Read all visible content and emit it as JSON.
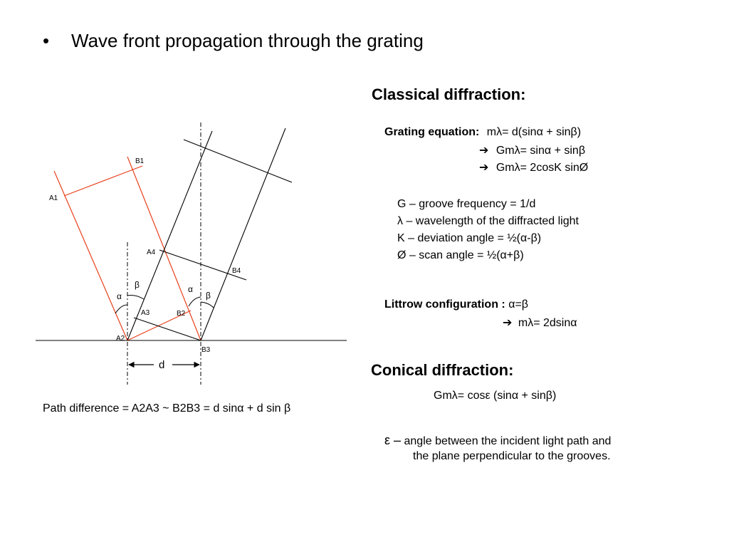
{
  "slide": {
    "bullet": "•",
    "title": "Wave front propagation through the grating"
  },
  "diagram": {
    "labels": {
      "A1": "A1",
      "B1": "B1",
      "A2": "A2",
      "A3": "A3",
      "A4": "A4",
      "B2": "B2",
      "B3": "B3",
      "B4": "B4",
      "alpha_left": "α",
      "beta_left": "β",
      "alpha_right": "α",
      "beta_right": "β",
      "d": "d"
    },
    "colors": {
      "incident_ray": "#e8401c",
      "lines": "#000000"
    },
    "path_difference": "Path difference = A2A3 ~ B2B3 = d sinα + d sin β"
  },
  "classical": {
    "heading": "Classical diffraction:",
    "grating_label": "Grating equation:",
    "eq1": "mλ= d(sinα + sinβ)",
    "arrow": "➔",
    "eq2": "Gmλ=  sinα + sinβ",
    "eq3": "Gmλ= 2cosK sinØ",
    "defs": [
      "G –  groove frequency = 1/d",
      "λ  –  wavelength  of the diffracted light",
      "K  –  deviation angle = ½(α-β)",
      "Ø  –  scan angle = ½(α+β)"
    ],
    "littrow_label": "Littrow configuration :",
    "littrow_eq": " α=β",
    "littrow_result": "mλ= 2dsinα"
  },
  "conical": {
    "heading": "Conical diffraction:",
    "eq": "Gmλ=  cosε (sinα + sinβ)",
    "eps_symbol": "ε –",
    "eps_line1": "angle between the incident light path and",
    "eps_line2": "the plane perpendicular to the grooves."
  }
}
